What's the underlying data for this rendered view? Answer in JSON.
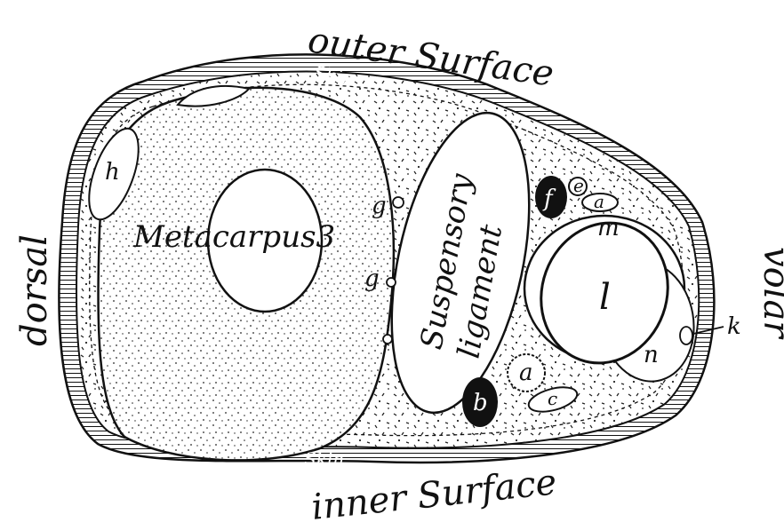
{
  "labels": {
    "outer_surface": "outer Surface",
    "inner_surface": "inner Surface",
    "dorsal": "dorsal",
    "volar": "volar",
    "skin_top": "Skin",
    "skin_bottom": "Skin",
    "metacarpus": "Metacarpus3",
    "suspensory": "Suspensory",
    "ligament": "ligament",
    "h": "h",
    "f": "f",
    "e": "e",
    "a_top": "a",
    "m": "m",
    "l": "l",
    "n": "n",
    "k": "k",
    "a_bottom": "a",
    "b": "b",
    "c": "c",
    "g_upper": "g",
    "g_lower": "g"
  },
  "colors": {
    "ink": "#111111",
    "paper": "#ffffff"
  }
}
